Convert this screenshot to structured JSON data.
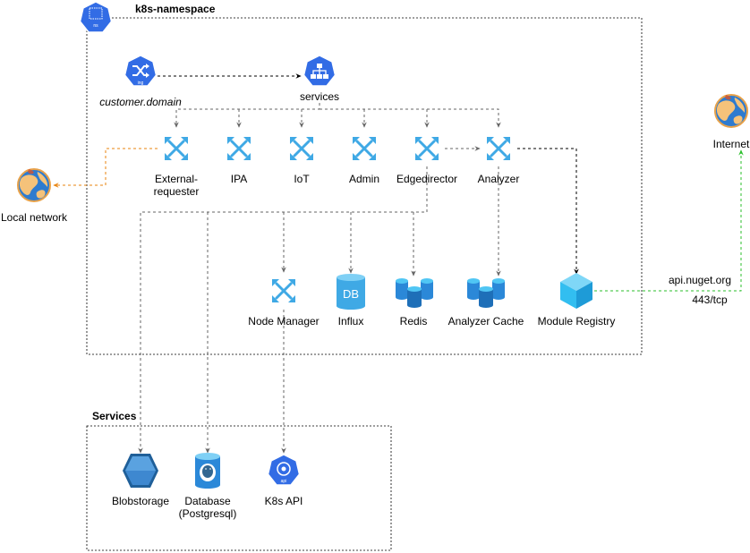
{
  "colors": {
    "k8s_blue": "#326CE5",
    "azure_blue": "#2B88D8",
    "azure_light": "#50C6F4",
    "dashed_gray": "#666666",
    "local_orange": "#E8830E",
    "internet_green": "#2BBF2B"
  },
  "groups": {
    "namespace": {
      "title": "k8s-namespace",
      "badge": "ns"
    },
    "services": {
      "title": "Services"
    }
  },
  "nodes": {
    "ingress": {
      "label": "customer.domain",
      "badge": "ing",
      "icon": "k8s-ingress-icon"
    },
    "services_svc": {
      "label": "services",
      "icon": "k8s-service-icon"
    },
    "external_requester": {
      "label_line1": "External-",
      "label_line2": "requester",
      "icon": "load-balancer-icon"
    },
    "ipa": {
      "label": "IPA",
      "icon": "load-balancer-icon"
    },
    "iot": {
      "label": "IoT",
      "icon": "load-balancer-icon"
    },
    "admin": {
      "label": "Admin",
      "icon": "load-balancer-icon"
    },
    "edgedirector": {
      "label": "Edgedirector",
      "icon": "load-balancer-icon"
    },
    "analyzer": {
      "label": "Analyzer",
      "icon": "load-balancer-icon"
    },
    "node_manager": {
      "label": "Node Manager",
      "icon": "load-balancer-icon"
    },
    "influx": {
      "label": "Influx",
      "badge": "DB",
      "icon": "database-icon"
    },
    "redis": {
      "label": "Redis",
      "icon": "cache-icon"
    },
    "analyzer_cache": {
      "label": "Analyzer Cache",
      "icon": "cache-icon"
    },
    "module_registry": {
      "label": "Module Registry",
      "icon": "cube-icon"
    },
    "blobstorage": {
      "label": "Blobstorage",
      "icon": "blob-storage-icon"
    },
    "database": {
      "label_line1": "Database",
      "label_line2": "(Postgresql)",
      "icon": "postgres-icon"
    },
    "k8s_api": {
      "label": "K8s API",
      "badge": "api",
      "icon": "k8s-api-icon"
    },
    "local_network": {
      "label": "Local network",
      "icon": "globe-icon"
    },
    "internet": {
      "label": "Internet",
      "icon": "globe-icon"
    }
  },
  "edge_labels": {
    "nuget_host": "api.nuget.org",
    "nuget_port": "443/tcp"
  }
}
